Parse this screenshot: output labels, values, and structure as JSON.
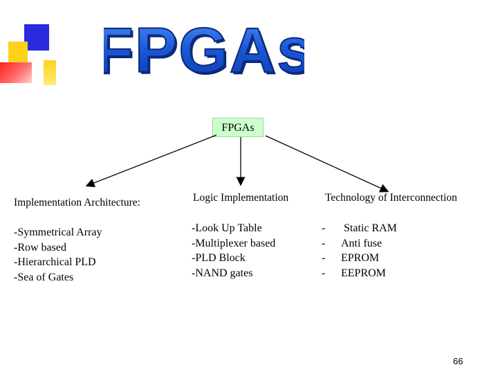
{
  "title": "FPGAs",
  "root_node": "FPGAs",
  "columns": [
    {
      "heading": "Implementation Architecture:",
      "items": [
        "-Symmetrical Array",
        "-Row based",
        "-Hierarchical PLD",
        "-Sea of Gates"
      ]
    },
    {
      "heading": "Logic Implementation",
      "items": [
        "-Look Up Table",
        "-Multiplexer based",
        "-PLD Block",
        "-NAND gates"
      ]
    },
    {
      "heading": "Technology of Interconnection",
      "items": [
        {
          "bullet": "-",
          "text": " Static RAM"
        },
        {
          "bullet": "-",
          "text": "Anti fuse"
        },
        {
          "bullet": "-",
          "text": "EPROM"
        },
        {
          "bullet": "-",
          "text": "EEPROM"
        }
      ]
    }
  ],
  "page_number": "66",
  "colors": {
    "title_fill": "#1a56d6",
    "title_outline": "#0d2a7a",
    "node_fill": "#ccffcc",
    "square_blue": "#2a2ae0",
    "square_yellow": "#ffd21a",
    "square_red": "#ff2020"
  }
}
